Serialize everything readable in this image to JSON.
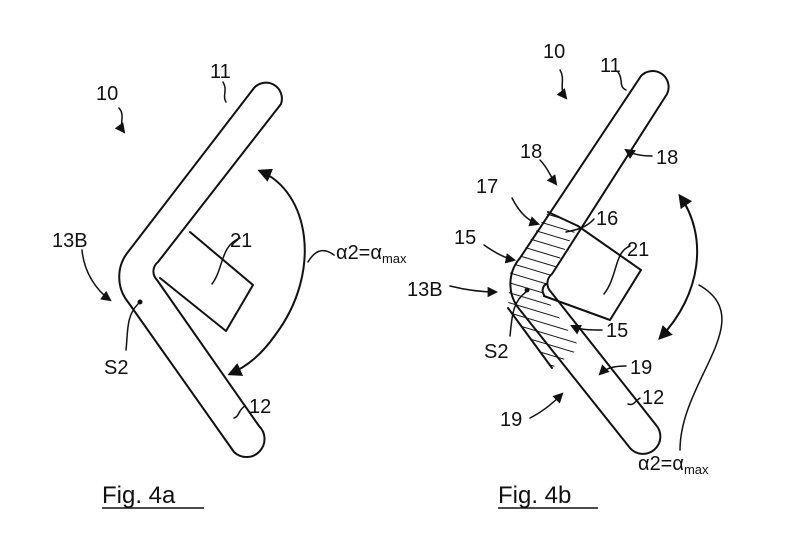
{
  "fig_a": {
    "caption": "Fig. 4a",
    "labels": {
      "ref_10": "10",
      "ref_11": "11",
      "ref_12": "12",
      "ref_13b": "13B",
      "ref_21": "21",
      "ref_s2": "S2",
      "angle_main": "α2=α",
      "angle_sub": "max"
    }
  },
  "fig_b": {
    "caption": "Fig. 4b",
    "labels": {
      "ref_10": "10",
      "ref_11": "11",
      "ref_12": "12",
      "ref_13b": "13B",
      "ref_15_top": "15",
      "ref_15_bottom": "15",
      "ref_16": "16",
      "ref_17": "17",
      "ref_18_left": "18",
      "ref_18_right": "18",
      "ref_19_left": "19",
      "ref_19_right": "19",
      "ref_21": "21",
      "ref_s2": "S2",
      "angle_main": "α2=α",
      "angle_sub": "max"
    }
  }
}
